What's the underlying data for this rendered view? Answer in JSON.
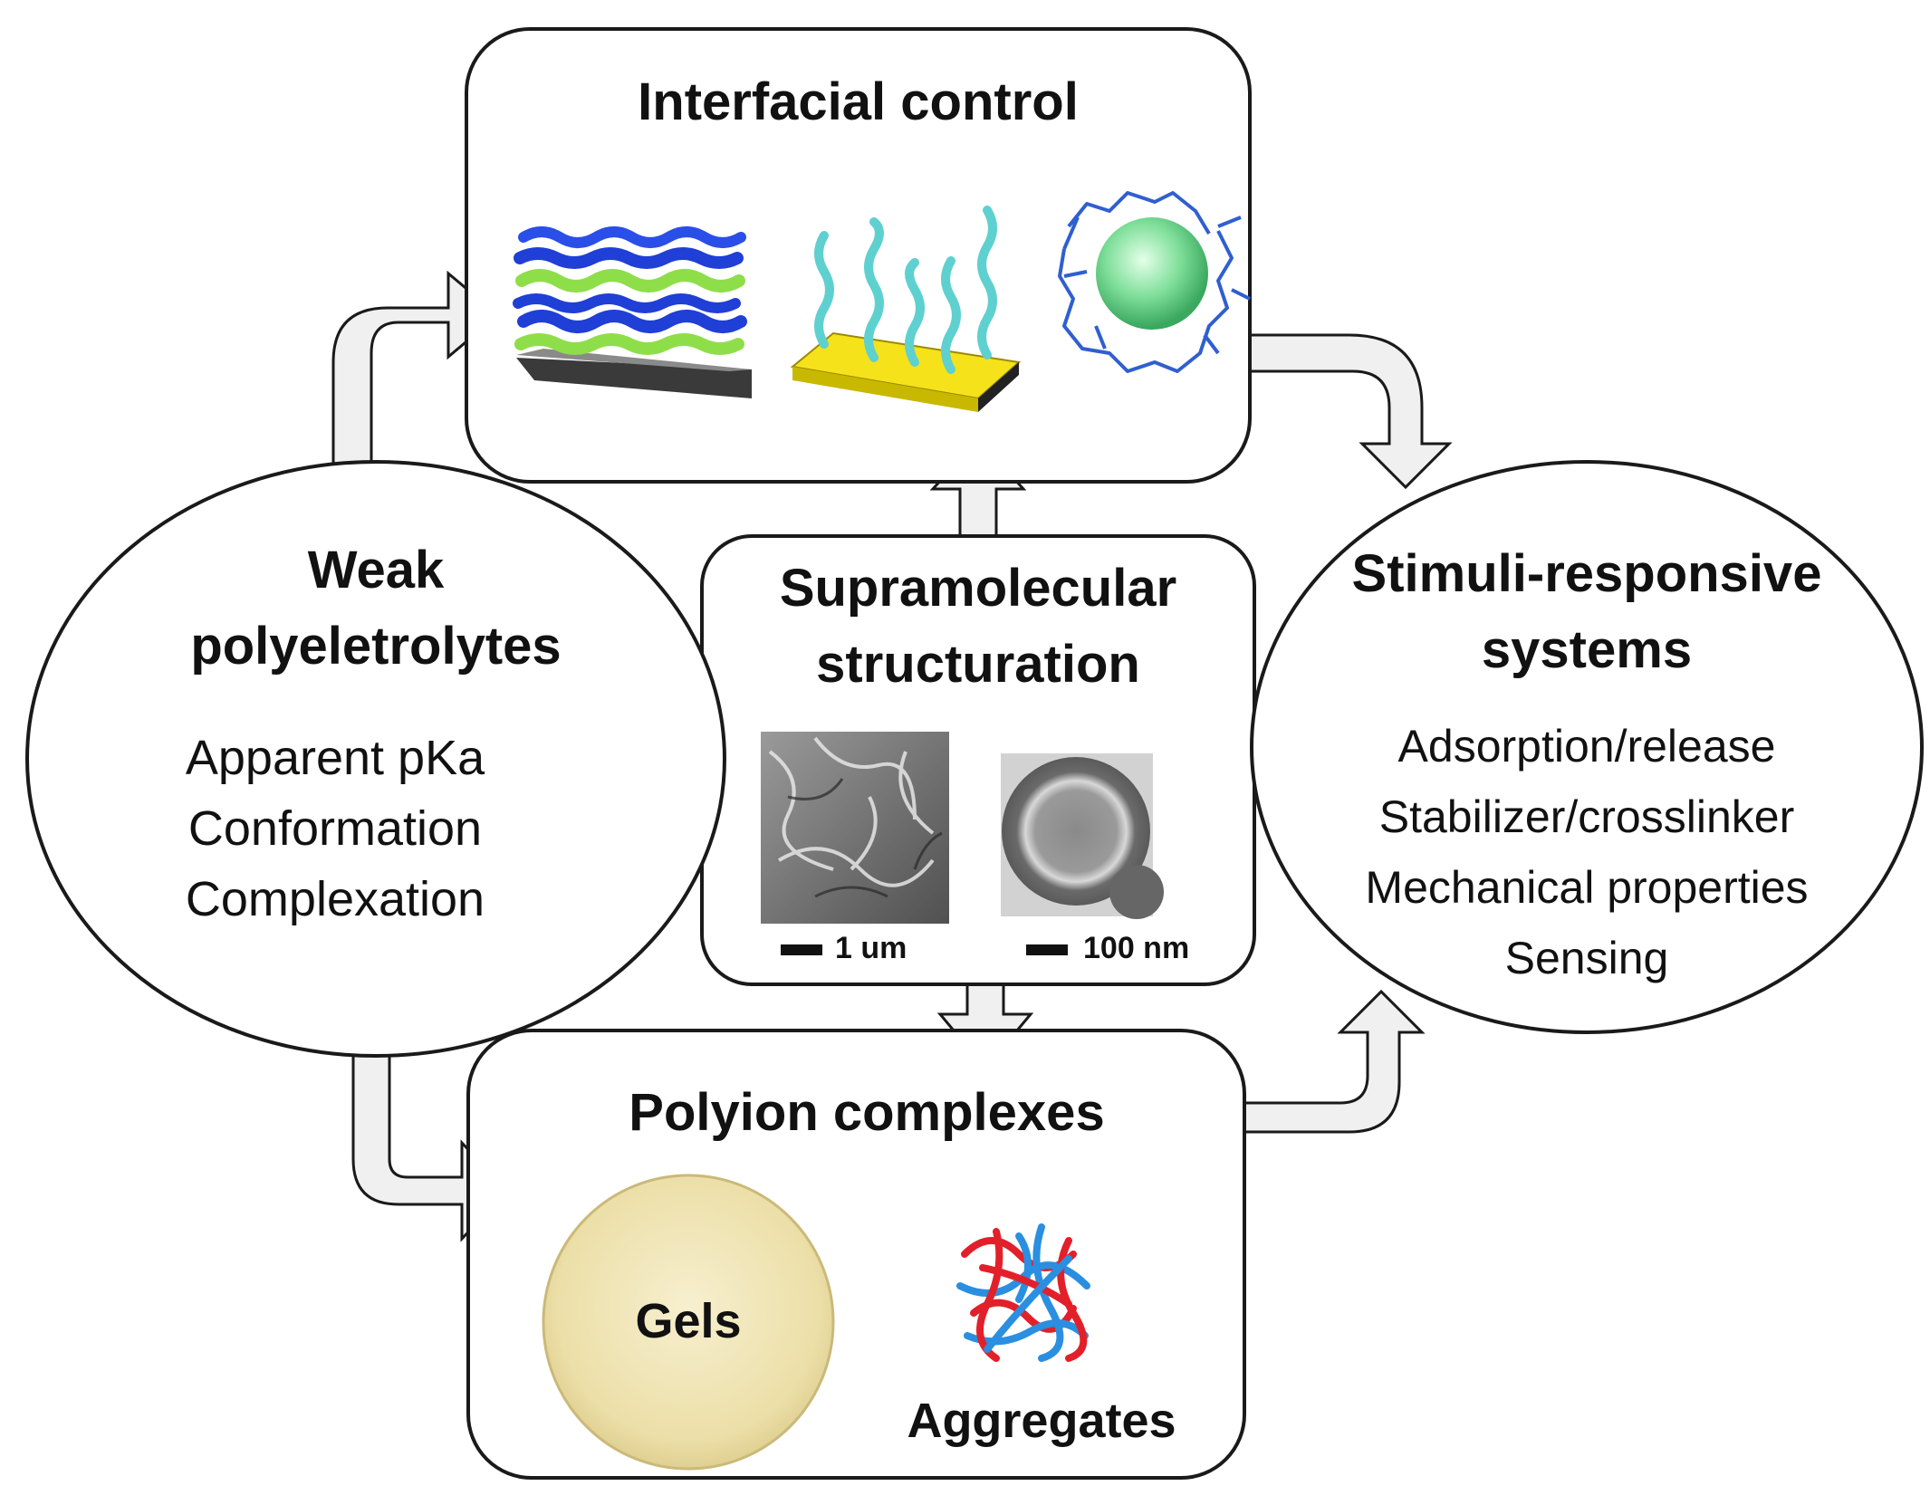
{
  "weak": {
    "title_line1": "Weak",
    "title_line2": "polyeletrolytes",
    "items": [
      "Apparent pKa",
      "Conformation",
      "Complexation"
    ]
  },
  "interfacial": {
    "title": "Interfacial control"
  },
  "supra": {
    "title_line1": "Supramolecular",
    "title_line2": "structuration",
    "scale1": "1 um",
    "scale2": "100 nm"
  },
  "polyion": {
    "title": "Polyion complexes",
    "gels": "Gels",
    "aggregates": "Aggregates"
  },
  "stimuli": {
    "title_line1": "Stimuli-responsive",
    "title_line2": "systems",
    "items": [
      "Adsorption/release",
      "Stabilizer/crosslinker",
      "Mechanical properties",
      "Sensing"
    ]
  },
  "colors": {
    "outline": "#1a1a1a",
    "arrow_fill": "#f0f0f0",
    "layer_blue": "#1f3fd6",
    "layer_green": "#8ede4a",
    "substrate_gray": "#6f6f6f",
    "gold": "#f5e21a",
    "chain_teal": "#5fd0d0",
    "sphere_green": "#7fdf9a",
    "network_blue": "#2f5fd0",
    "aggr_red": "#e2202a",
    "aggr_blue": "#2a8fe0",
    "gel_cream": "#efe3b2"
  }
}
